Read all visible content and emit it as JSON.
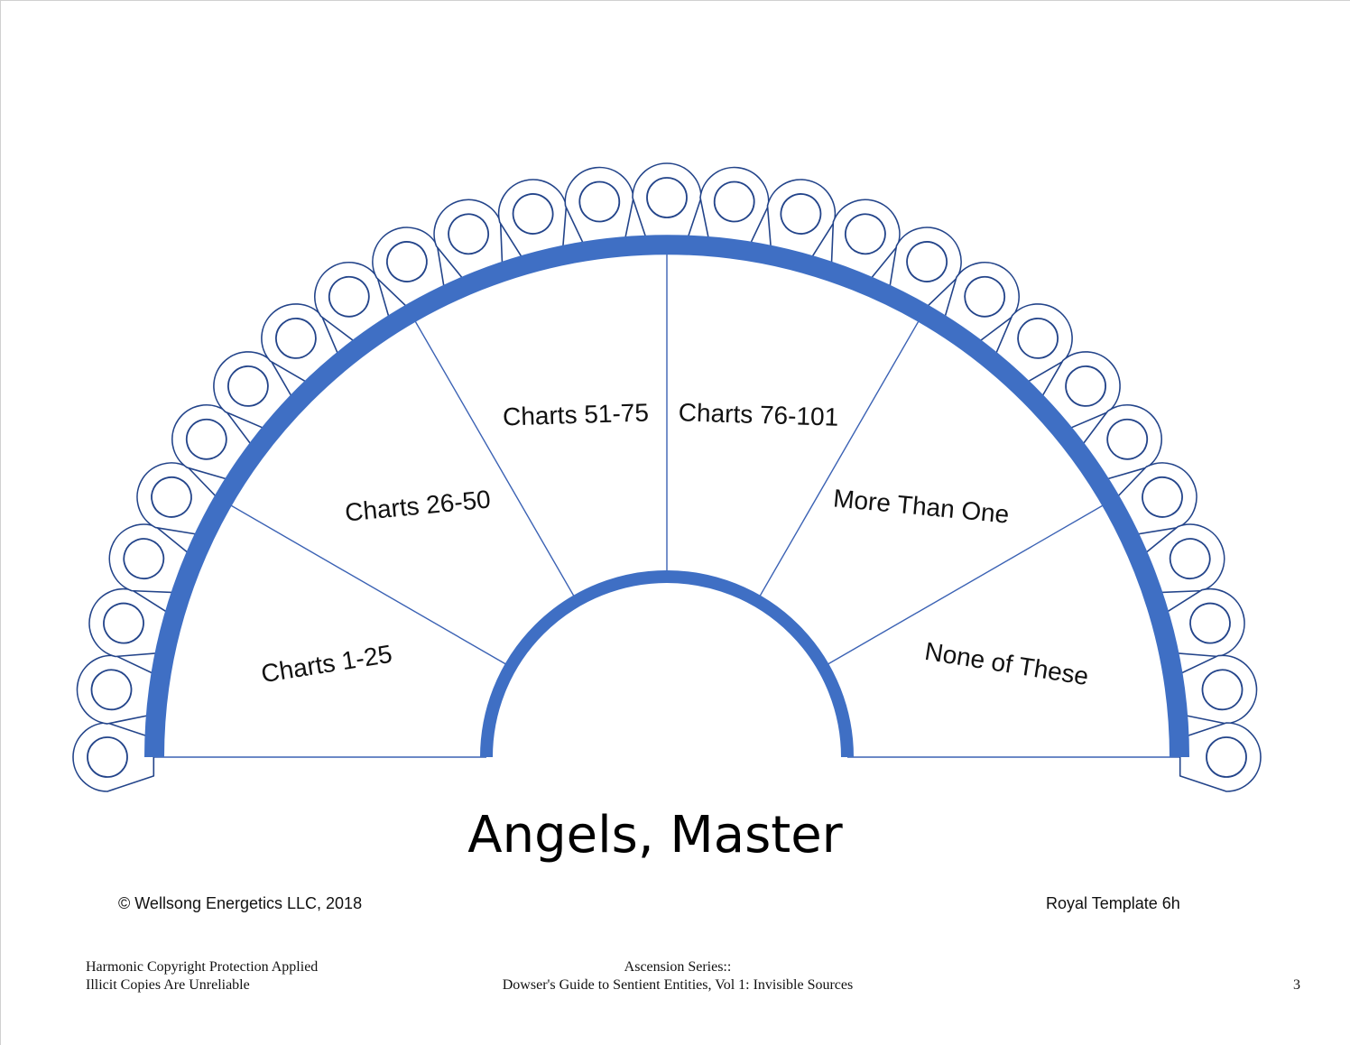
{
  "title": "Angels, Master",
  "segments": [
    {
      "label": "Charts 1-25"
    },
    {
      "label": "Charts 26-50"
    },
    {
      "label": "Charts 51-75"
    },
    {
      "label": "Charts 76-101"
    },
    {
      "label": "More Than One"
    },
    {
      "label": "None of These"
    }
  ],
  "petal_count": 27,
  "colors": {
    "arc": "#3f6fc4",
    "line": "#3b62b4",
    "petal": "#23448a",
    "text": "#111111"
  },
  "footer": {
    "copyright": "© Wellsong Energetics LLC, 2018",
    "template": "Royal Template 6h",
    "protection_line1": "Harmonic Copyright Protection Applied",
    "protection_line2": "Illicit Copies Are Unreliable",
    "series_line1": "Ascension Series::",
    "series_line2": "Dowser's Guide to Sentient Entities, Vol 1: Invisible Sources",
    "page_number": "3"
  }
}
